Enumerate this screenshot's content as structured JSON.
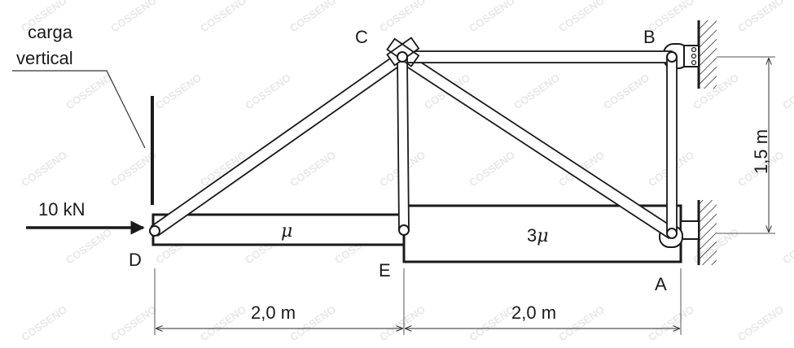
{
  "points": {
    "A": "A",
    "B": "B",
    "C": "C",
    "D": "D",
    "E": "E"
  },
  "load": {
    "annotation_line1": "carga",
    "annotation_line2": "vertical",
    "force": "10 kN"
  },
  "friction": {
    "left": "μ",
    "right_coef": "3",
    "right_symbol": "μ"
  },
  "dimensions": {
    "span_left": "2,0 m",
    "span_right": "2,0 m",
    "height": "1,5 m"
  },
  "watermark": "COSSENO",
  "colors": {
    "line": "#1a1a1a",
    "member_fill": "#ffffff",
    "hatch": "#1a1a1a",
    "watermark": "#e8e8e8"
  }
}
